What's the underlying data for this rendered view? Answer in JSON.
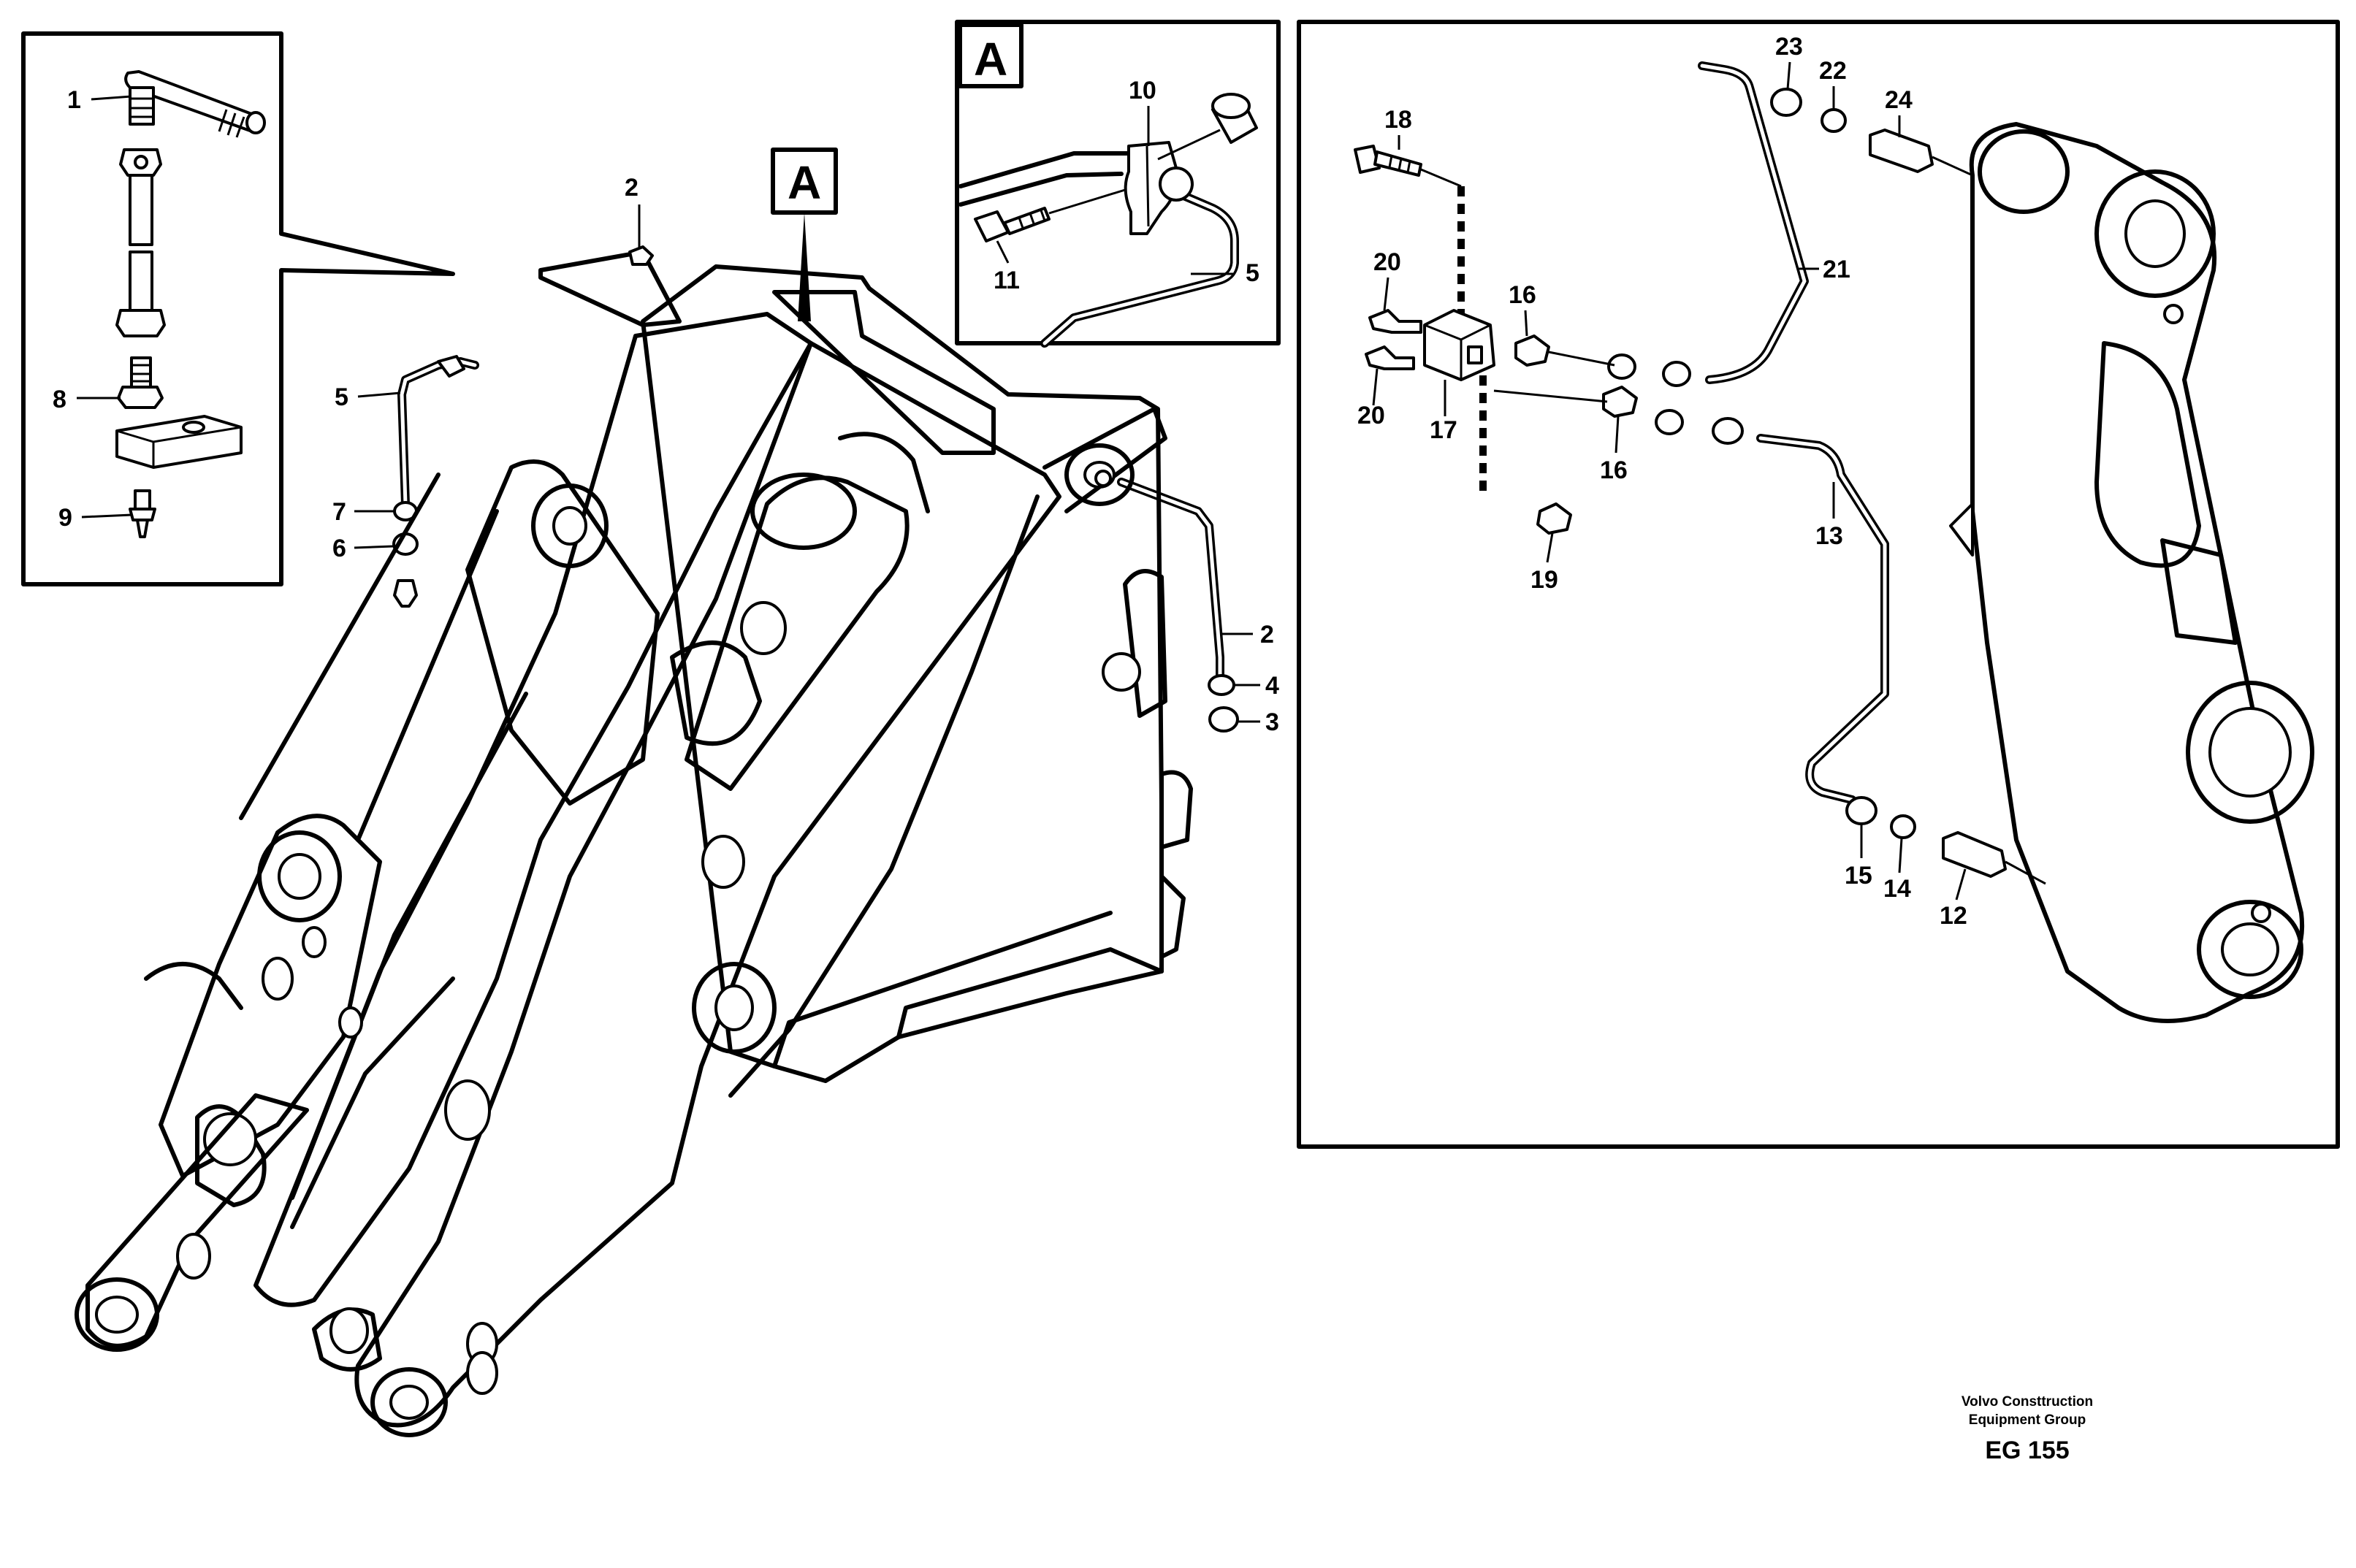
{
  "diagram": {
    "callouts": {
      "inset_left": [
        "1",
        "8",
        "9"
      ],
      "main_view": [
        "2",
        "5",
        "7",
        "6",
        "2",
        "4",
        "3"
      ],
      "view_a": [
        "10",
        "11",
        "5"
      ],
      "detail_right": [
        "18",
        "20",
        "20",
        "17",
        "16",
        "16",
        "19",
        "23",
        "22",
        "24",
        "21",
        "13",
        "15",
        "14",
        "12"
      ]
    },
    "view_marker": "A",
    "view_box_label": "A",
    "footer": {
      "company_line1": "Volvo Consttruction",
      "company_line2": "Equipment Group",
      "figure_code": "EG 155"
    }
  }
}
